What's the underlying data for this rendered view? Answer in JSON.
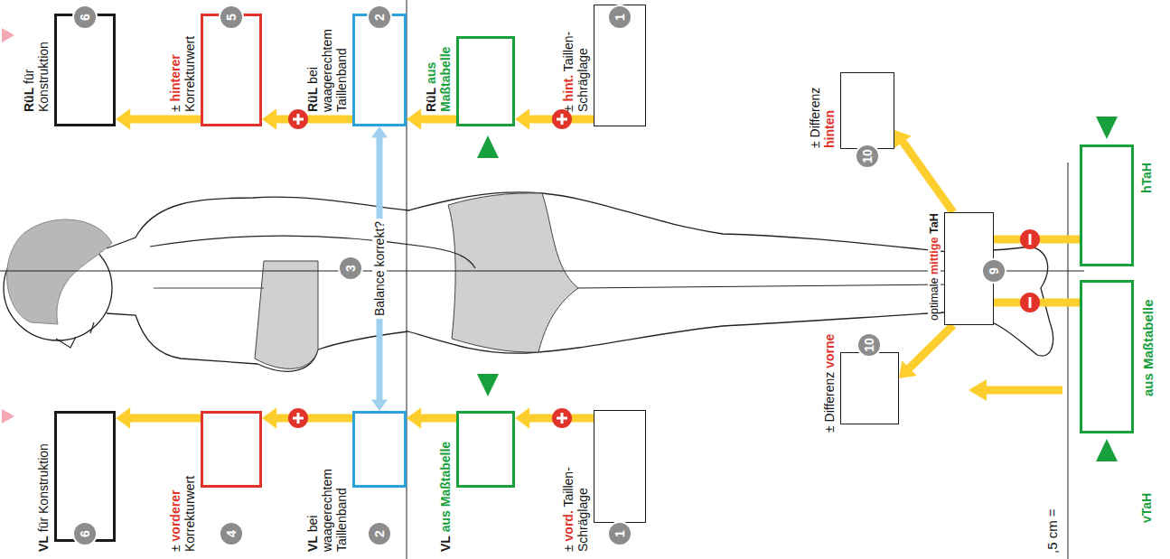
{
  "diagram": {
    "nodes": [
      {
        "text": [
          "VL für Konstruktion"
        ]
      },
      {
        "text": [
          "± vorderer Korrekturwert"
        ]
      },
      {
        "text": [
          "VL bei waagerechtem Taillenband"
        ]
      },
      {
        "text": [
          "VL aus Maßtabelle"
        ]
      },
      {
        "text": [
          "± vord. Taillen- Schräglage"
        ]
      },
      {
        "text": [
          "RüL für Konstruktion"
        ]
      },
      {
        "text": [
          "± hinterer Korrekturwert"
        ]
      },
      {
        "text": [
          "RüL bei waagerechtem Taillenband"
        ]
      },
      {
        "text": [
          "RüL aus Maßtabelle"
        ]
      },
      {
        "text": [
          "± hint. Taillen- Schräglage"
        ]
      },
      {
        "text": [
          "optimale mittige TaH"
        ]
      },
      {
        "text": [
          "± Differenz vorne"
        ]
      },
      {
        "text": [
          "± Differenz hinten"
        ]
      },
      {
        "text": [
          "vTaH"
        ]
      },
      {
        "text": [
          "hTaH"
        ]
      }
    ],
    "edges": [
      {
        "from": 4,
        "to": 3,
        "arrow": "to"
      },
      {
        "from": 3,
        "to": 2,
        "arrow": "to"
      },
      {
        "from": 2,
        "to": 1,
        "arrow": "to"
      },
      {
        "from": 1,
        "to": 0,
        "arrow": "to"
      },
      {
        "from": 9,
        "to": 8,
        "arrow": "to"
      },
      {
        "from": 8,
        "to": 7,
        "arrow": "to"
      },
      {
        "from": 7,
        "to": 6,
        "arrow": "to"
      },
      {
        "from": 6,
        "to": 5,
        "arrow": "to"
      },
      {
        "from": 2,
        "to": 7,
        "label": "Balance korrekt?",
        "arrow": "both"
      },
      {
        "from": 13,
        "to": 10,
        "arrow": "none"
      },
      {
        "from": 14,
        "to": 10,
        "arrow": "none"
      },
      {
        "from": 10,
        "to": 11,
        "arrow": "to"
      },
      {
        "from": 10,
        "to": 12,
        "arrow": "to"
      }
    ],
    "labels": [
      "6",
      "4",
      "2",
      "1",
      "6",
      "5",
      "2",
      "1",
      "3",
      "9",
      "10",
      "10",
      "aus Maßtabelle",
      ",5 cm ="
    ]
  }
}
